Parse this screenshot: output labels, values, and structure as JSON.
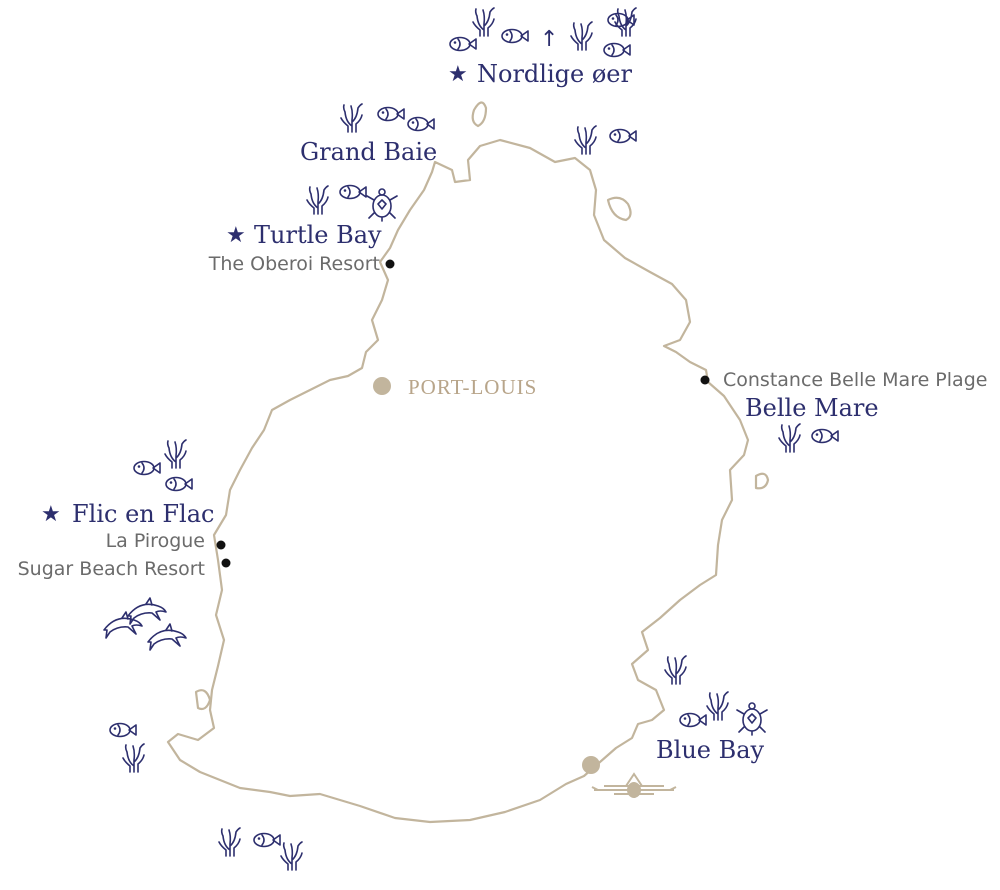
{
  "map": {
    "places": {
      "north_islands": "Nordlige øer",
      "grand_baie": "Grand Baie",
      "turtle_bay": "Turtle Bay",
      "belle_mare": "Belle Mare",
      "flic_en_flac": "Flic en Flac",
      "blue_bay": "Blue Bay"
    },
    "hotels": {
      "oberoi": "The Oberoi Resort",
      "constance": "Constance Belle Mare Plage",
      "la_pirogue": "La Pirogue",
      "sugar_beach": "Sugar Beach Resort"
    },
    "capital": "PORT-LOUIS",
    "star_glyph": "★",
    "arrow_glyph": "↑",
    "colors": {
      "navy": "#2d2f6e",
      "coast": "#c2b59d",
      "capital": "#b8a58a",
      "hotel_text": "#6b6b6b"
    },
    "icons": [
      "star-icon",
      "fish-icon",
      "coral-icon",
      "turtle-icon",
      "dolphin-icon",
      "airplane-icon",
      "north-arrow-icon"
    ]
  }
}
